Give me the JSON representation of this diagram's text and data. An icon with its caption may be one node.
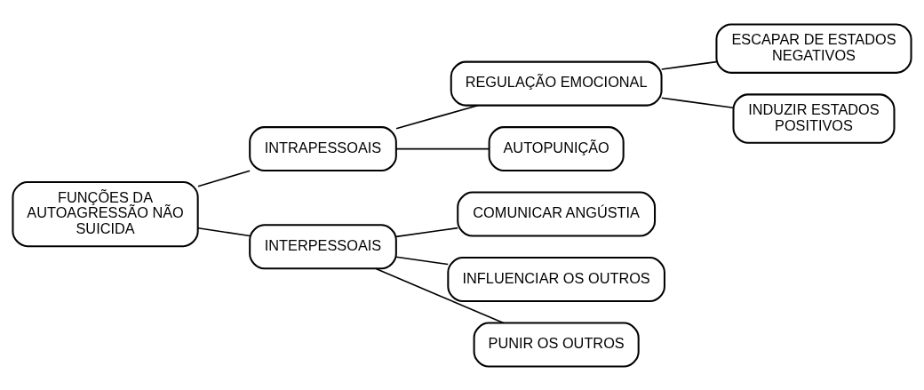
{
  "diagram": {
    "nodes": [
      {
        "text": [
          "FUNÇÕES DA AUTOAGRESSÃO NÃO SUICIDA"
        ]
      },
      {
        "text": [
          "INTRAPESSOAIS"
        ]
      },
      {
        "text": [
          "REGULAÇÃO EMOCIONAL"
        ]
      },
      {
        "text": [
          "ESCAPAR DE ESTADOS NEGATIVOS"
        ]
      },
      {
        "text": [
          "INDUZIR ESTADOS POSITIVOS"
        ]
      },
      {
        "text": [
          "AUTOPUNIÇÃO"
        ]
      },
      {
        "text": [
          "INTERPESSOAIS"
        ]
      },
      {
        "text": [
          "COMUNICAR ANGÚSTIA"
        ]
      },
      {
        "text": [
          "INFLUENCIAR OS OUTROS"
        ]
      },
      {
        "text": [
          "PUNIR OS OUTROS"
        ]
      }
    ],
    "edges": [
      {
        "from": 0,
        "to": 1,
        "arrow": "none"
      },
      {
        "from": 0,
        "to": 6,
        "arrow": "none"
      },
      {
        "from": 1,
        "to": 2,
        "arrow": "none"
      },
      {
        "from": 1,
        "to": 5,
        "arrow": "none"
      },
      {
        "from": 2,
        "to": 3,
        "arrow": "none"
      },
      {
        "from": 2,
        "to": 4,
        "arrow": "none"
      },
      {
        "from": 6,
        "to": 7,
        "arrow": "none"
      },
      {
        "from": 6,
        "to": 8,
        "arrow": "none"
      },
      {
        "from": 6,
        "to": 9,
        "arrow": "none"
      }
    ]
  }
}
